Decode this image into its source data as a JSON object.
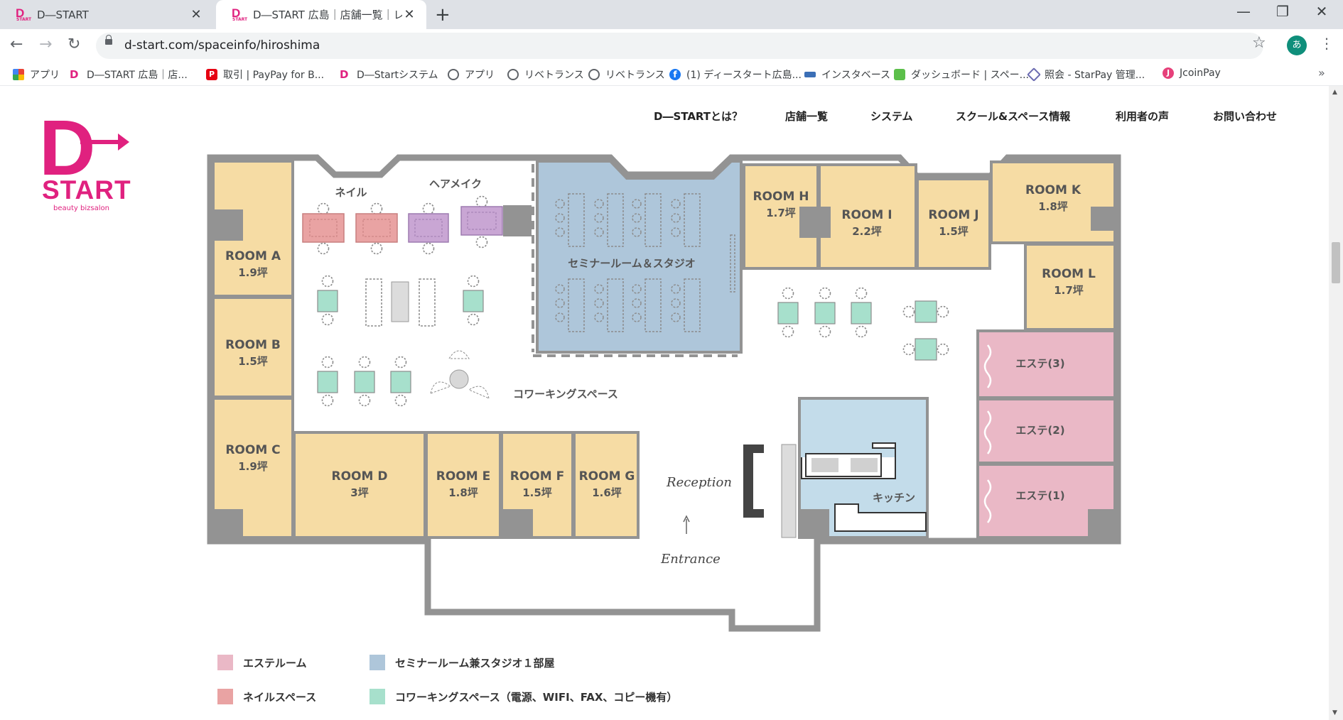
{
  "browser": {
    "tabs": [
      {
        "title": "D―START",
        "active": false
      },
      {
        "title": "D―START 広島｜店舗一覧｜レン",
        "active": true
      }
    ],
    "url": "d-start.com/spaceinfo/hiroshima",
    "profile_initial": "あ",
    "bookmarks": [
      {
        "label": "アプリ",
        "icon": "apps-grid-icon"
      },
      {
        "label": "D―START 広島｜店...",
        "icon": "dstart-icon"
      },
      {
        "label": "取引 | PayPay for B...",
        "icon": "paypay-icon"
      },
      {
        "label": "D―Startシステム",
        "icon": "dstart-icon"
      },
      {
        "label": "アプリ",
        "icon": "globe-icon"
      },
      {
        "label": "リベトランス",
        "icon": "globe-icon"
      },
      {
        "label": "リベトランス",
        "icon": "globe-icon"
      },
      {
        "label": "(1) ディースタート広島...",
        "icon": "facebook-icon"
      },
      {
        "label": "インスタベース",
        "icon": "instabase-icon"
      },
      {
        "label": "ダッシュボード | スペー...",
        "icon": "spacemarket-icon"
      },
      {
        "label": "照会 - StarPay 管理...",
        "icon": "starpay-icon"
      },
      {
        "label": "JcoinPay",
        "icon": "jcoin-icon"
      }
    ]
  },
  "site": {
    "logo": {
      "letter": "D",
      "word": "START",
      "tagline": "beauty bizsalon"
    },
    "nav": [
      "D―STARTとは？",
      "店舗一覧",
      "システム",
      "スクール&スペース情報",
      "利用者の声",
      "お問い合わせ"
    ]
  },
  "floorplan": {
    "rooms": [
      {
        "name": "ROOM A",
        "size": "1.9坪"
      },
      {
        "name": "ROOM B",
        "size": "1.5坪"
      },
      {
        "name": "ROOM C",
        "size": "1.9坪"
      },
      {
        "name": "ROOM D",
        "size": "3坪"
      },
      {
        "name": "ROOM E",
        "size": "1.8坪"
      },
      {
        "name": "ROOM F",
        "size": "1.5坪"
      },
      {
        "name": "ROOM G",
        "size": "1.6坪"
      },
      {
        "name": "ROOM H",
        "size": "1.7坪"
      },
      {
        "name": "ROOM I",
        "size": "2.2坪"
      },
      {
        "name": "ROOM J",
        "size": "1.5坪"
      },
      {
        "name": "ROOM K",
        "size": "1.8坪"
      },
      {
        "name": "ROOM L",
        "size": "1.7坪"
      }
    ],
    "labels": {
      "nail": "ネイル",
      "hairmake": "ヘアメイク",
      "seminar": "セミナールーム＆スタジオ",
      "coworking": "コワーキングスペース",
      "kitchen": "キッチン",
      "reception": "Reception",
      "entrance": "Entrance",
      "este3": "エステ(3)",
      "este2": "エステ(2)",
      "este1": "エステ(1)"
    },
    "colors": {
      "room": "#f6dca4",
      "este": "#eab8c6",
      "nail": "#e9a3a3",
      "hairmake": "#c9a6d4",
      "seminar": "#aec6da",
      "coworking": "#a7e0cc",
      "kitchen": "#c3dcea",
      "wall": "#8c8c8c"
    }
  },
  "legend": [
    {
      "label": "エステルーム",
      "color": "#eab8c6"
    },
    {
      "label": "セミナールーム兼スタジオ１部屋",
      "color": "#aec6da"
    },
    {
      "label": "ネイルスペース",
      "color": "#e9a3a3"
    },
    {
      "label": "コワーキングスペース（電源、WIFI、FAX、コピー機有）",
      "color": "#a7e0cc"
    }
  ]
}
